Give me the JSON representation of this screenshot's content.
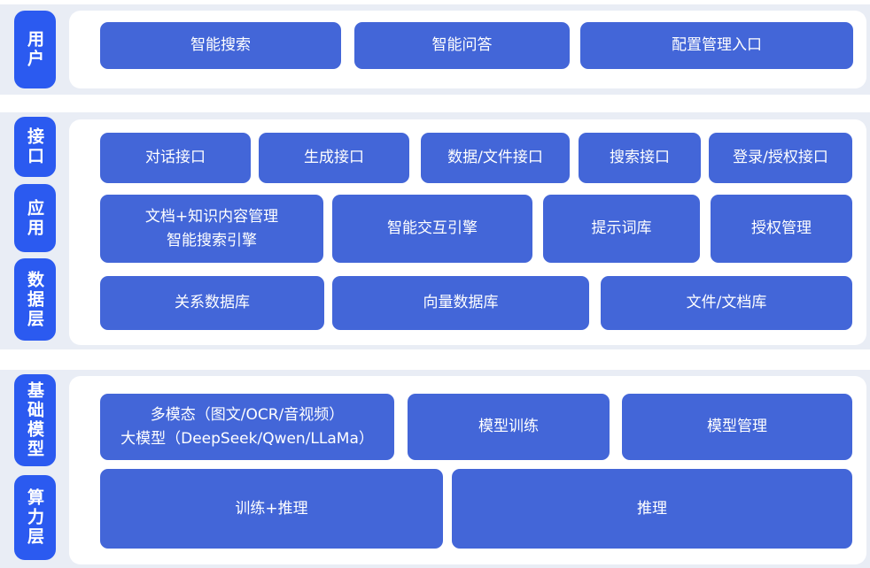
{
  "colors": {
    "band_bg": "#e9edf5",
    "panel_bg": "#ffffff",
    "layer_label_bg": "#2b5af0",
    "block_bg": "#4366d8",
    "block_text": "#ffffff"
  },
  "user_layer": {
    "label": "用户",
    "buttons": {
      "smart_search": "智能搜索",
      "smart_qa": "智能问答",
      "config_entry": "配置管理入口"
    }
  },
  "middle_layers": {
    "labels": {
      "interface": "接口",
      "application": "应用",
      "data": "数据层"
    },
    "interface_row": {
      "dialog_api": "对话接口",
      "generation_api": "生成接口",
      "data_file_api": "数据/文件接口",
      "search_api": "搜索接口",
      "login_auth_api": "登录/授权接口"
    },
    "application_row": {
      "doc_knowledge_engine": [
        "文档+知识内容管理",
        "智能搜索引擎"
      ],
      "interaction_engine": "智能交互引擎",
      "prompt_library": "提示词库",
      "auth_management": "授权管理"
    },
    "data_row": {
      "relational_db": "关系数据库",
      "vector_db": "向量数据库",
      "file_doc_store": "文件/文档库"
    }
  },
  "model_layers": {
    "labels": {
      "foundation_model": "基础模型",
      "compute": "算力层"
    },
    "model_row": {
      "multimodal_llm": [
        "多模态（图文/OCR/音视频）",
        "大模型（DeepSeek/Qwen/LLaMa）"
      ],
      "model_training": "模型训练",
      "model_management": "模型管理"
    },
    "compute_row": {
      "training_inference": "训练+推理",
      "inference": "推理"
    }
  }
}
